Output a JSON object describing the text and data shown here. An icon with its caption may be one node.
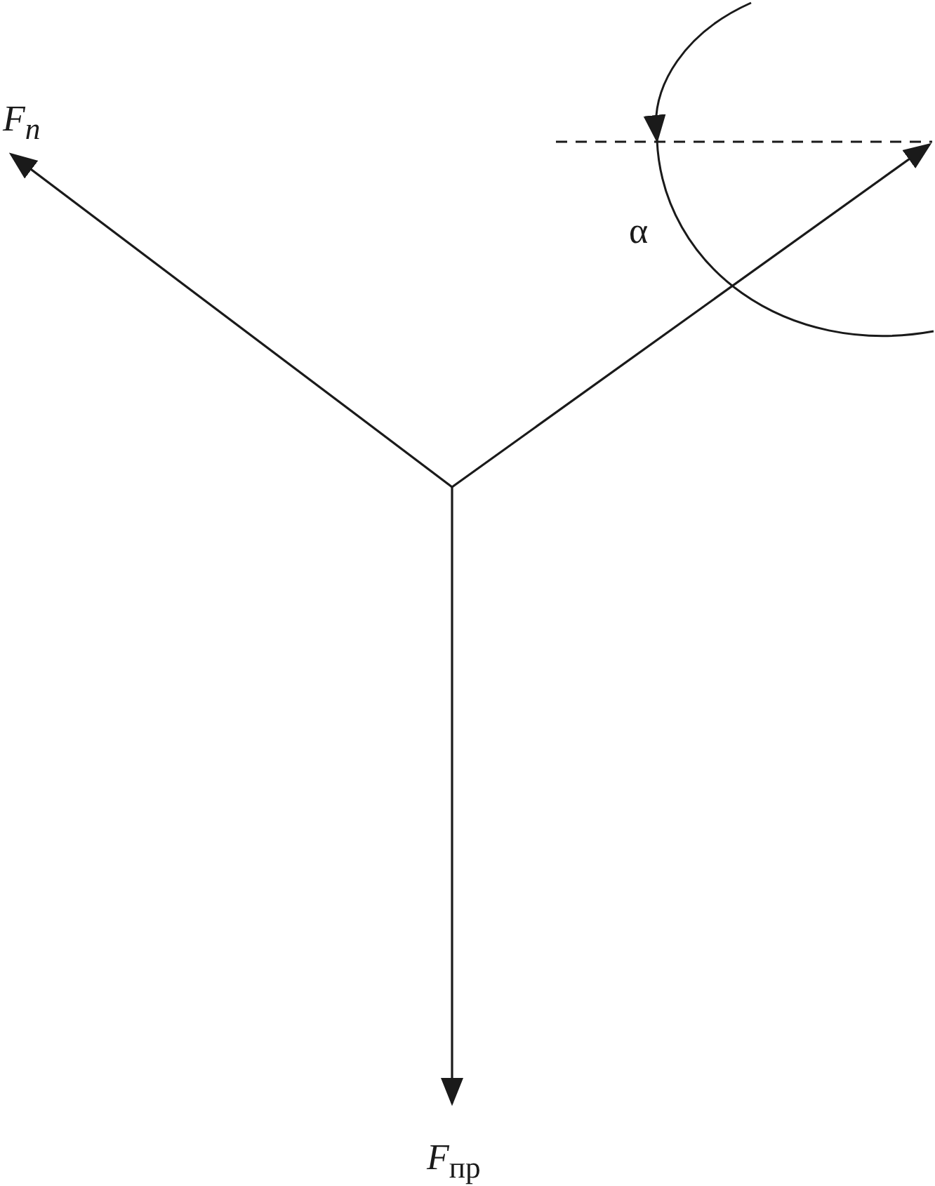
{
  "diagram": {
    "labels": [
      "F$_{n}$",
      "α",
      "*F*$_{пр}$"
    ]
  }
}
